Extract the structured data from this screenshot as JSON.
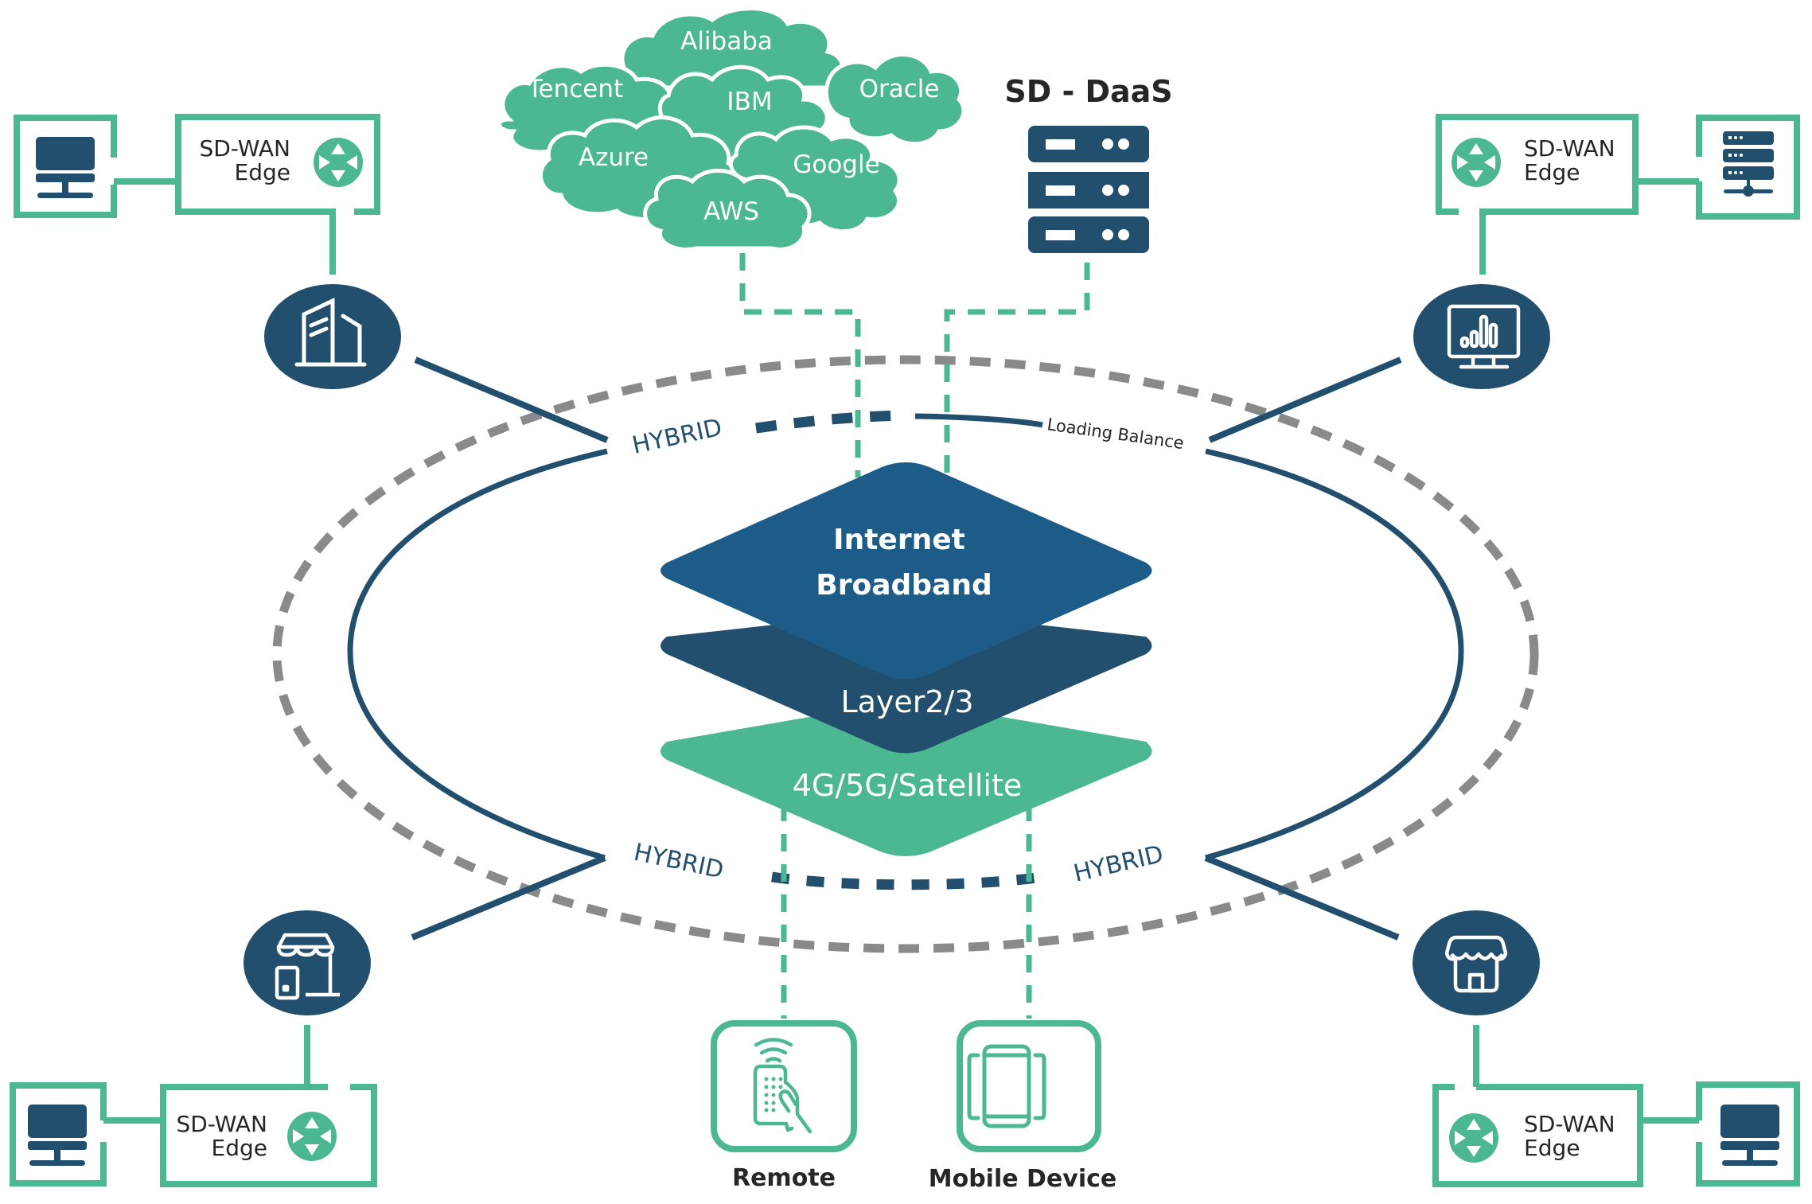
{
  "colors": {
    "green": "#4bb891",
    "navy": "#234f6e",
    "blue": "#1d5b88",
    "gray": "#8a8a8a",
    "text_dark": "#262626"
  },
  "clouds": {
    "providers": [
      "Alibaba",
      "Tencent",
      "IBM",
      "Oracle",
      "Azure",
      "Google",
      "AWS"
    ]
  },
  "daas": {
    "title": "SD - DaaS",
    "icon": "server-rack-icon"
  },
  "layers": {
    "top": [
      "Internet",
      "Broadband"
    ],
    "middle": "Layer2/3",
    "bottom": "4G/5G/Satellite"
  },
  "ring_labels": {
    "top_left": "HYBRID",
    "top_right": "Loading Balance",
    "bottom_left": "HYBRID",
    "bottom_right": "HYBRID"
  },
  "sites": {
    "top_left": {
      "edge_label": [
        "SD-WAN",
        "Edge"
      ],
      "device_icon": "monitor-icon",
      "site_icon": "office-building-icon"
    },
    "top_right": {
      "edge_label": [
        "SD-WAN",
        "Edge"
      ],
      "device_icon": "server-network-icon",
      "site_icon": "analytics-monitor-icon"
    },
    "bottom_left": {
      "edge_label": [
        "SD-WAN",
        "Edge"
      ],
      "device_icon": "monitor-icon",
      "site_icon": "retail-store-mobile-icon"
    },
    "bottom_right": {
      "edge_label": [
        "SD-WAN",
        "Edge"
      ],
      "device_icon": "monitor-icon",
      "site_icon": "store-icon"
    }
  },
  "endpoints": {
    "remote": {
      "label": "Remote",
      "icon": "remote-control-icon"
    },
    "mobile": {
      "label": "Mobile Device",
      "icon": "mobile-device-icon"
    }
  }
}
